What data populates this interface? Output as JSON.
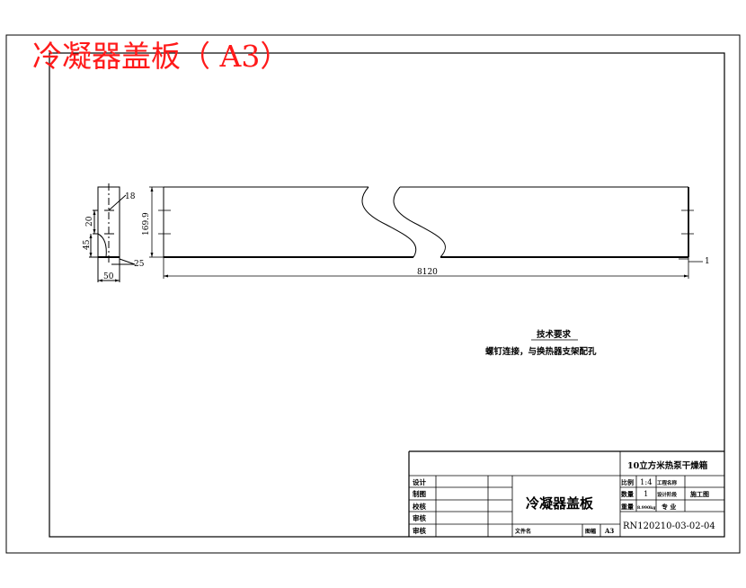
{
  "sheet_title": "冷凝器盖板（  A3）",
  "dimensions": {
    "hole_dia": "18",
    "v_20": "20",
    "v_45": "45",
    "width_50": "50",
    "offset_25": "25",
    "height_169": "169.9",
    "length": "8120",
    "thickness": "1"
  },
  "tech_req": {
    "heading": "技术要求",
    "body": "螺钉连接，与换热器支架配孔"
  },
  "title_block": {
    "project": "10立方米热泵干燥箱",
    "part_name": "冷凝器盖板",
    "roles": [
      "设计",
      "制图",
      "校核",
      "审核",
      "审核"
    ],
    "file_label": "文件名",
    "format_label": "图幅",
    "format_value": "A3",
    "scale_label": "比例",
    "scale_value": "1:4",
    "qty_label": "数量",
    "qty_value": "1",
    "weight_label": "重量",
    "weight_value": "8.990kg",
    "proj_name_label": "工程名称",
    "design_stage_label": "设计阶段",
    "design_stage_value": "施工图",
    "spec_label": "专 业",
    "drawing_no": "RN120210-03-02-04"
  }
}
